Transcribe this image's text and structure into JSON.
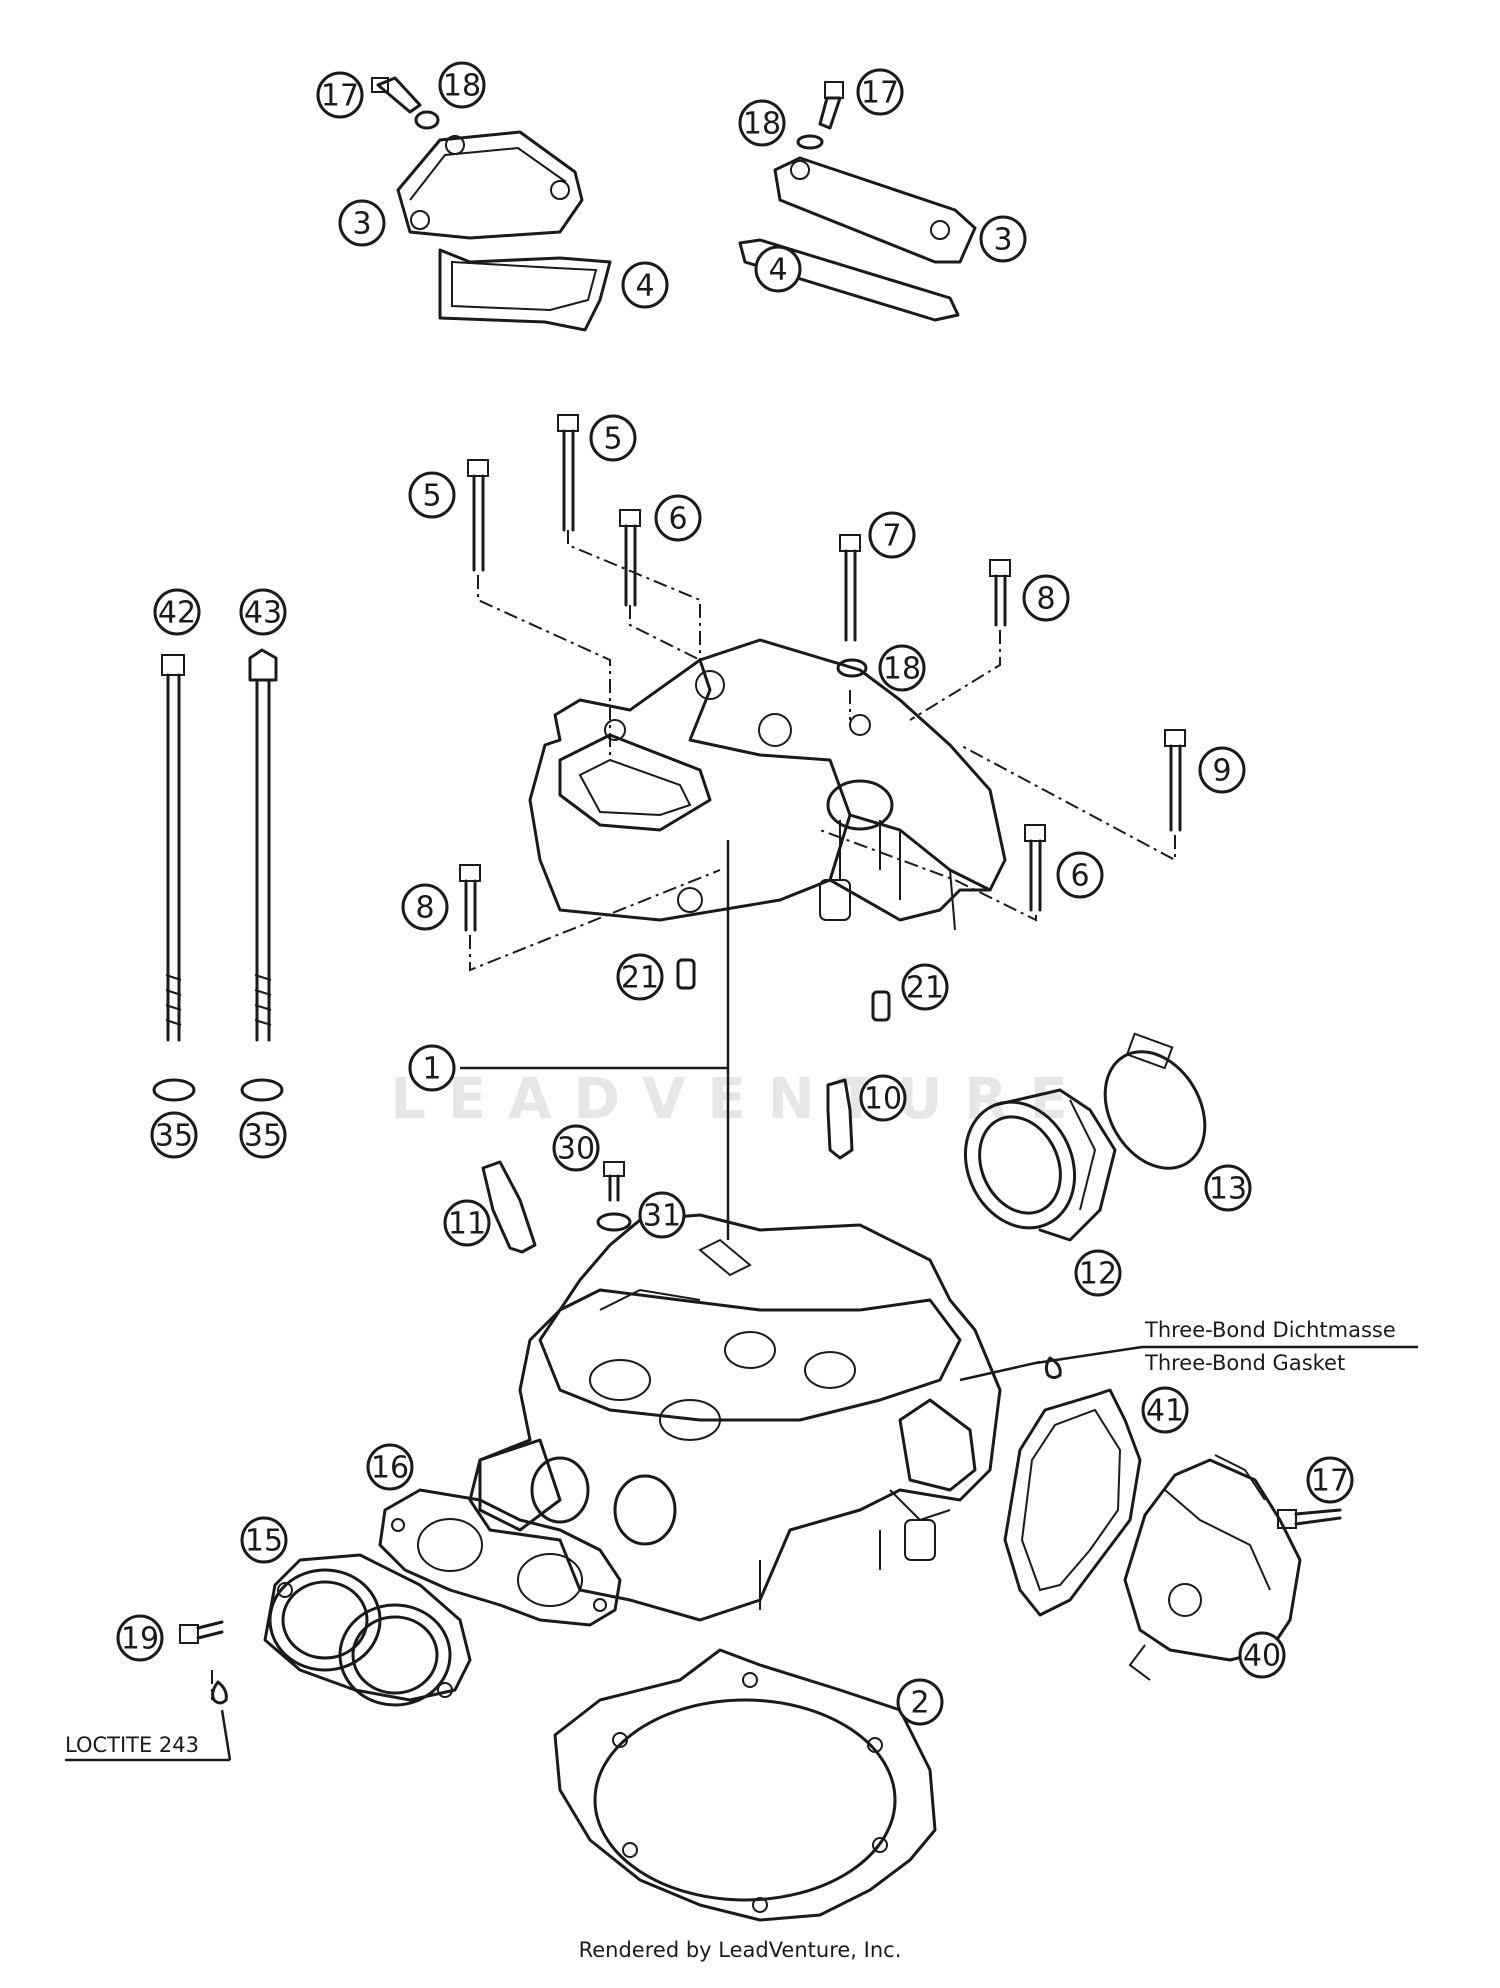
{
  "callouts": {
    "c17a": "17",
    "c18a": "18",
    "c3a": "3",
    "c4a": "4",
    "c17b": "17",
    "c18b": "18",
    "c3b": "3",
    "c4b": "4",
    "c5a": "5",
    "c5b": "5",
    "c6a": "6",
    "c7": "7",
    "c8a": "8",
    "c18c": "18",
    "c9": "9",
    "c6b": "6",
    "c8b": "8",
    "c42": "42",
    "c43": "43",
    "c35a": "35",
    "c35b": "35",
    "c21a": "21",
    "c21b": "21",
    "c1": "1",
    "c10": "10",
    "c30": "30",
    "c31": "31",
    "c11": "11",
    "c12": "12",
    "c13": "13",
    "c16": "16",
    "c15": "15",
    "c41": "41",
    "c17c": "17",
    "c19": "19",
    "c40": "40",
    "c2": "2"
  },
  "notes": {
    "gasket_de": "Three-Bond Dichtmasse",
    "gasket_en": "Three-Bond Gasket",
    "loctite": "LOCTITE 243"
  },
  "watermark": "LEADVENTURE",
  "footer": "Rendered by LeadVenture, Inc."
}
